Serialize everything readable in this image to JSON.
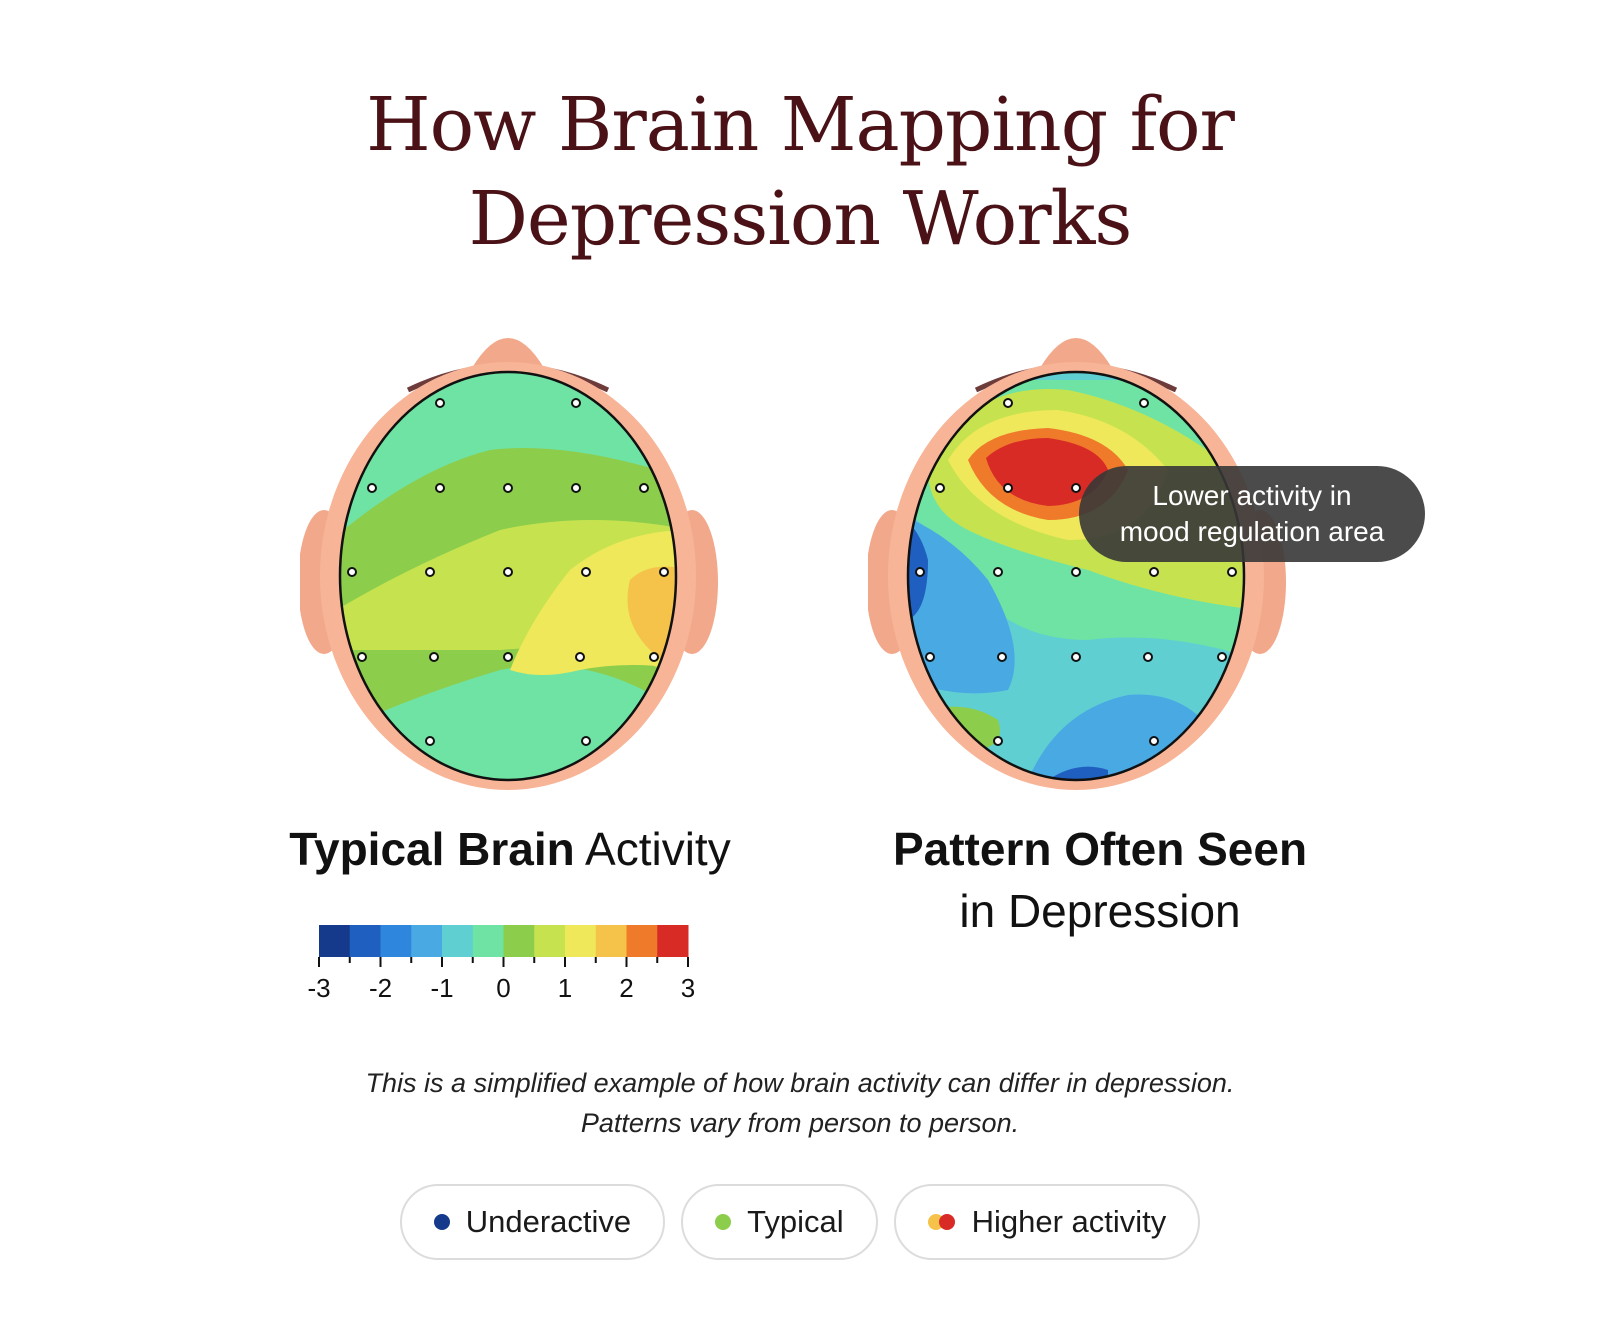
{
  "title": {
    "line1": "How Brain Mapping for",
    "line2": "Depression Works"
  },
  "panels": {
    "typical": {
      "caption_bold": "Typical Brain",
      "caption_regular": "Activity"
    },
    "depression": {
      "caption_bold": "Pattern Often Seen",
      "caption_regular": "in Depression",
      "tooltip_line1": "Lower activity in",
      "tooltip_line2": "mood regulation area"
    }
  },
  "colorbar": {
    "ticks": [
      "-3",
      "-2",
      "-1",
      "0",
      "1",
      "2",
      "3"
    ],
    "colors": [
      "#153a8c",
      "#1f5fc0",
      "#2f87dd",
      "#49a9e3",
      "#5fcfd2",
      "#6fe3a4",
      "#8ccd4c",
      "#c6e34f",
      "#eee85a",
      "#f5c24a",
      "#ef7a2a",
      "#d92b26"
    ]
  },
  "note": {
    "line1": "This is a simplified example of how brain activity can differ in depression.",
    "line2": "Patterns vary from person to person."
  },
  "legend": {
    "underactive": "Underactive",
    "typical": "Typical",
    "higher": "Higher activity",
    "underactive_color": "#153a8c",
    "typical_color": "#8ccd4c",
    "higher_color_a": "#f5c24a",
    "higher_color_b": "#d92b26"
  },
  "colors": {
    "title": "#4a1216",
    "skin": "#f2a88a",
    "head_outline": "#6e3b3b"
  }
}
